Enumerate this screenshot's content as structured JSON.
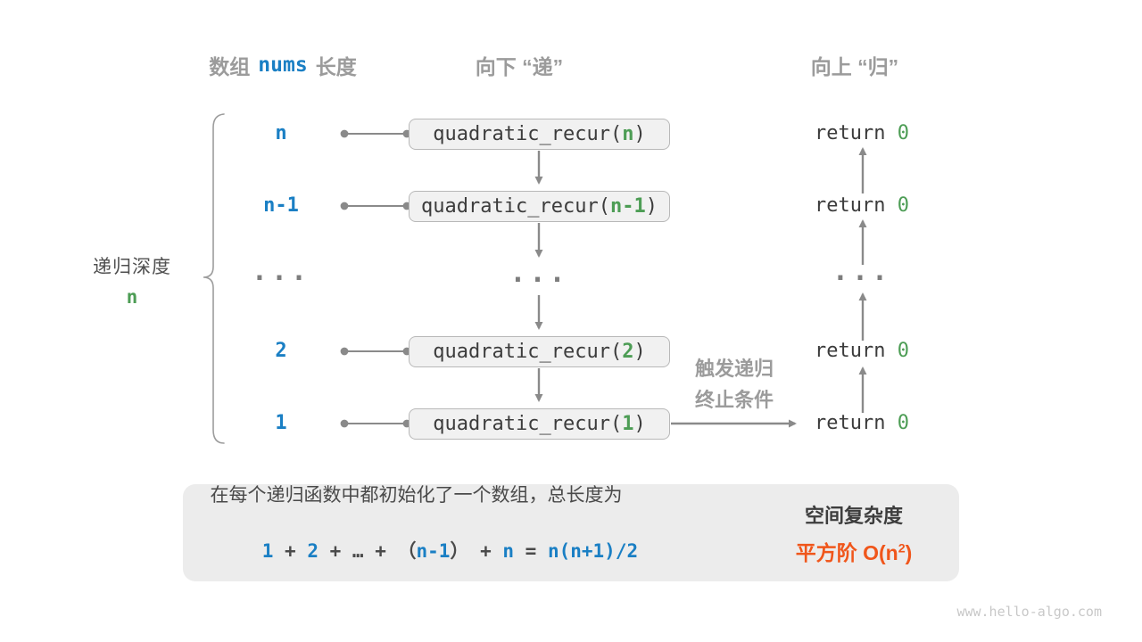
{
  "colors": {
    "accent_blue": "#1a7fc4",
    "code_green": "#4d9d55",
    "highlight_orange": "#f0561b",
    "label_gray": "#9b9b9b"
  },
  "headers": {
    "array_label_pre": "数组",
    "array_code": "nums",
    "array_label_post": "长度",
    "descend": "向下 “递”",
    "ascend": "向上 “归”"
  },
  "depth_label": {
    "text": "递归深度",
    "value": "n"
  },
  "rows": [
    {
      "depth": "n",
      "call_pre": "quadratic_recur(",
      "call_arg": "n",
      "call_post": ")",
      "return_pre": "return ",
      "return_val": "0"
    },
    {
      "depth": "n-1",
      "call_pre": "quadratic_recur(",
      "call_arg": "n-1",
      "call_post": ")",
      "return_pre": "return ",
      "return_val": "0"
    },
    {
      "depth": "...",
      "call": "...",
      "return": "..."
    },
    {
      "depth": "2",
      "call_pre": "quadratic_recur(",
      "call_arg": "2",
      "call_post": ")",
      "return_pre": "return ",
      "return_val": "0"
    },
    {
      "depth": "1",
      "call_pre": "quadratic_recur(",
      "call_arg": "1",
      "call_post": ")",
      "return_pre": "return ",
      "return_val": "0"
    }
  ],
  "trigger_note": {
    "line1": "触发递归",
    "line2": "终止条件"
  },
  "summary": {
    "description": "在每个递归函数中都初始化了一个数组，总长度为",
    "formula": {
      "t1": "1",
      "op1": " + ",
      "t2": "2",
      "op2": " + ",
      "dots": "…",
      "op3": " + ",
      "open": "（",
      "t3": "n-1",
      "close": "）",
      "op4": " + ",
      "t4": "n",
      "eq": " = ",
      "result": "n(n+1)/2"
    },
    "complexity_title": "空间复杂度",
    "complexity_pre": "平方阶 O(n",
    "complexity_sup": "2",
    "complexity_post": ")"
  },
  "watermark": "www.hello-algo.com"
}
